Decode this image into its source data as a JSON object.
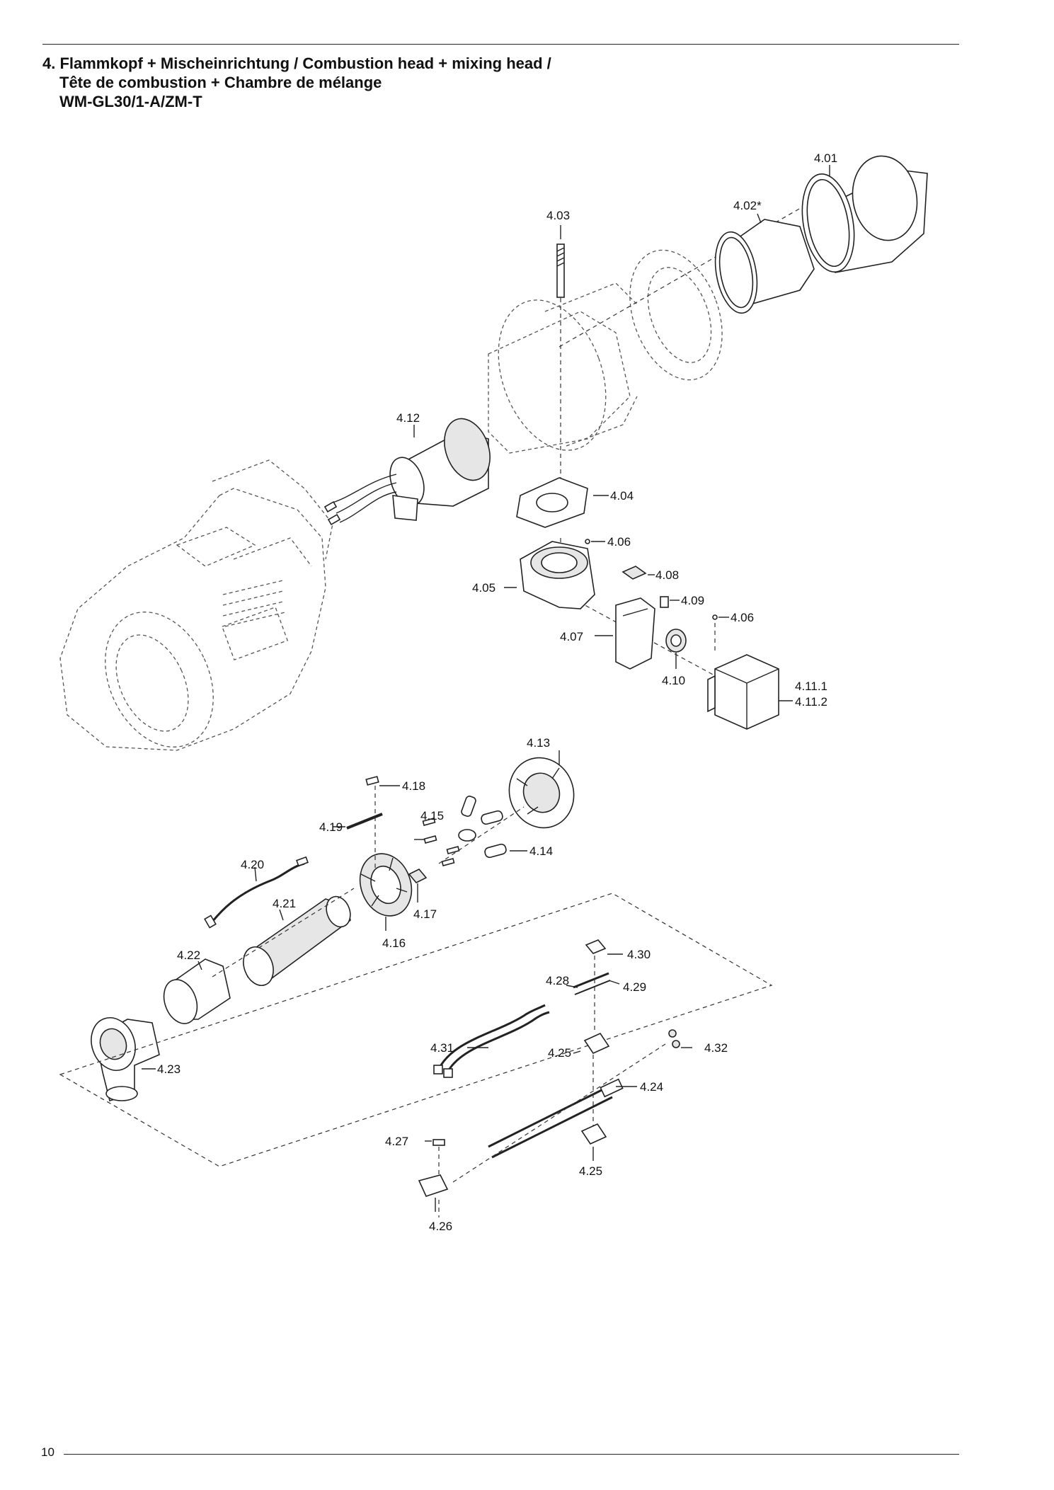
{
  "header": {
    "title_line1": "4. Flammkopf + Mischeinrichtung / Combustion head + mixing head /",
    "title_line2": "Tête de combustion + Chambre de mélange",
    "title_line3": "WM-GL30/1-A/ZM-T"
  },
  "footer": {
    "page_number": "10"
  },
  "callouts": {
    "c401": "4.01",
    "c402": "4.02*",
    "c403": "4.03",
    "c404": "4.04",
    "c405": "4.05",
    "c406a": "4.06",
    "c406b": "4.06",
    "c407": "4.07",
    "c408": "4.08",
    "c409": "4.09",
    "c410": "4.10",
    "c4111": "4.11.1",
    "c4112": "4.11.2",
    "c412": "4.12",
    "c413": "4.13",
    "c414": "4.14",
    "c415": "4.15",
    "c416": "4.16",
    "c417": "4.17",
    "c418": "4.18",
    "c419": "4.19",
    "c420": "4.20",
    "c421": "4.21",
    "c422": "4.22",
    "c423": "4.23",
    "c424": "4.24",
    "c425a": "4.25",
    "c425b": "4.25",
    "c426": "4.26",
    "c427": "4.27",
    "c428": "4.28",
    "c429": "4.29",
    "c430": "4.30",
    "c431": "4.31",
    "c432": "4.32"
  }
}
